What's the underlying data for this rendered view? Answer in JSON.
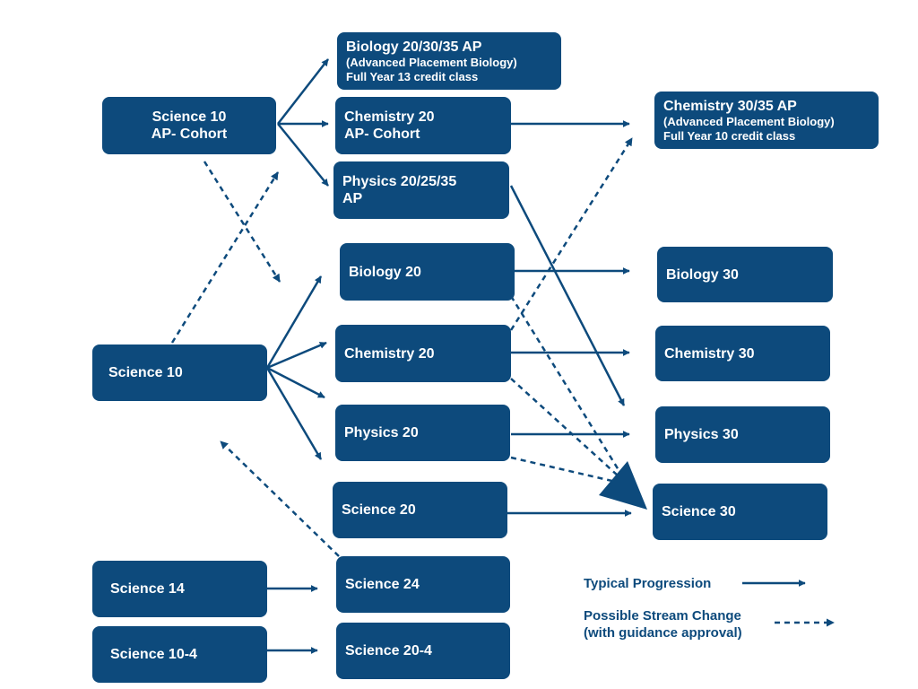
{
  "boxes": {
    "sci10ap": {
      "line1": "Science 10",
      "line2": "AP- Cohort"
    },
    "bio_ap": {
      "line1": "Biology 20/30/35 AP",
      "line2": "(Advanced Placement Biology)",
      "line3": "Full Year 13 credit class"
    },
    "chem20ap": {
      "line1": "Chemistry 20",
      "line2": "AP- Cohort"
    },
    "phys_ap": {
      "line1": "Physics 20/25/35",
      "line2": "AP"
    },
    "chem_ap": {
      "line1": "Chemistry 30/35 AP",
      "line2": "(Advanced Placement Biology)",
      "line3": "Full Year 10 credit class"
    },
    "bio20": {
      "label": "Biology 20"
    },
    "bio30": {
      "label": "Biology 30"
    },
    "sci10": {
      "label": "Science 10"
    },
    "chem20": {
      "label": "Chemistry 20"
    },
    "chem30": {
      "label": "Chemistry 30"
    },
    "phys20": {
      "label": "Physics 20"
    },
    "phys30": {
      "label": "Physics 30"
    },
    "sci20": {
      "label": "Science 20"
    },
    "sci30": {
      "label": "Science 30"
    },
    "sci14": {
      "label": "Science 14"
    },
    "sci24": {
      "label": "Science 24"
    },
    "sci10_4": {
      "label": "Science 10-4"
    },
    "sci20_4": {
      "label": "Science 20-4"
    }
  },
  "legend": {
    "typical": "Typical Progression",
    "possible_line1": "Possible Stream Change",
    "possible_line2": "(with guidance approval)"
  },
  "colors": {
    "box": "#0d4a7c",
    "arrow": "#0d4a7c"
  }
}
